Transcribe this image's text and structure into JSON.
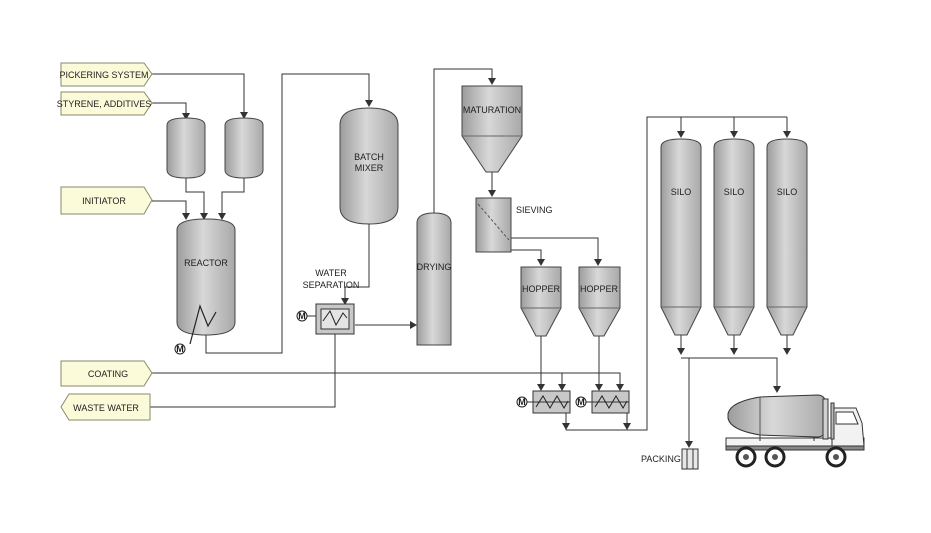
{
  "colors": {
    "vessel_fill": "#c4c4c4",
    "vessel_stroke": "#444444",
    "tag_fill": "#fbfbd9",
    "line": "#333333"
  },
  "inputs": {
    "pickering_system": "PICKERING SYSTEM",
    "styrene_additives": "STYRENE, ADDITIVES",
    "initiator": "INITIATOR",
    "coating": "COATING",
    "waste_water": "WASTE WATER"
  },
  "equipment": {
    "reactor": "REACTOR",
    "batch_mixer": [
      "BATCH",
      "MIXER"
    ],
    "water_separation": [
      "WATER",
      "SEPARATION"
    ],
    "drying": "DRYING",
    "maturation": "MATURATION",
    "sieving": "SIEVING",
    "hopper_1": "HOPPER",
    "hopper_2": "HOPPER",
    "silo_1": "SILO",
    "silo_2": "SILO",
    "silo_3": "SILO",
    "packing": "PACKING"
  },
  "motor_symbol": "M",
  "icons": [
    "mixer-zigzag-icon",
    "motor-icon",
    "filter-icon",
    "screw-conveyor-icon",
    "truck-icon",
    "package-icon"
  ]
}
